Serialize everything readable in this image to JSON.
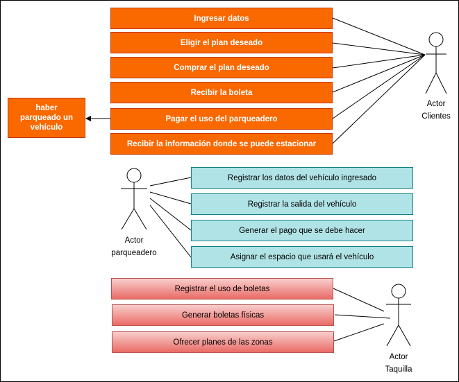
{
  "clientes": {
    "actor_label": [
      "Actor",
      "Clientes"
    ],
    "use_cases": [
      "Ingresar datos",
      "Eligir el plan deseado",
      "Comprar el plan deseado",
      "Recibir la boleta",
      "Pagar el uso del parqueadero",
      "Recibir la información donde se puede estacionar"
    ],
    "result": "haber parqueado un vehículo"
  },
  "parqueadero": {
    "actor_label": [
      "Actor",
      "parqueadero"
    ],
    "use_cases": [
      "Registrar los datos del vehículo ingresado",
      "Registrar la salida del vehículo",
      "Generar el pago que se debe hacer",
      "Asignar el espacio que usará el vehículo"
    ]
  },
  "taquilla": {
    "actor_label": [
      "Actor",
      "Taquilla"
    ],
    "use_cases": [
      "Registrar el uso de boletas",
      "Generar boletas físicas",
      "Ofrecer planes de las zonas"
    ]
  },
  "colors": {
    "orange_fill": "#fa6800",
    "orange_stroke": "#c73500",
    "cyan_fill": "#b0e3e6",
    "cyan_stroke": "#0e8088",
    "red_fill_top": "#f8cecc",
    "red_fill_bottom": "#ea6b66",
    "red_stroke": "#b85450"
  }
}
